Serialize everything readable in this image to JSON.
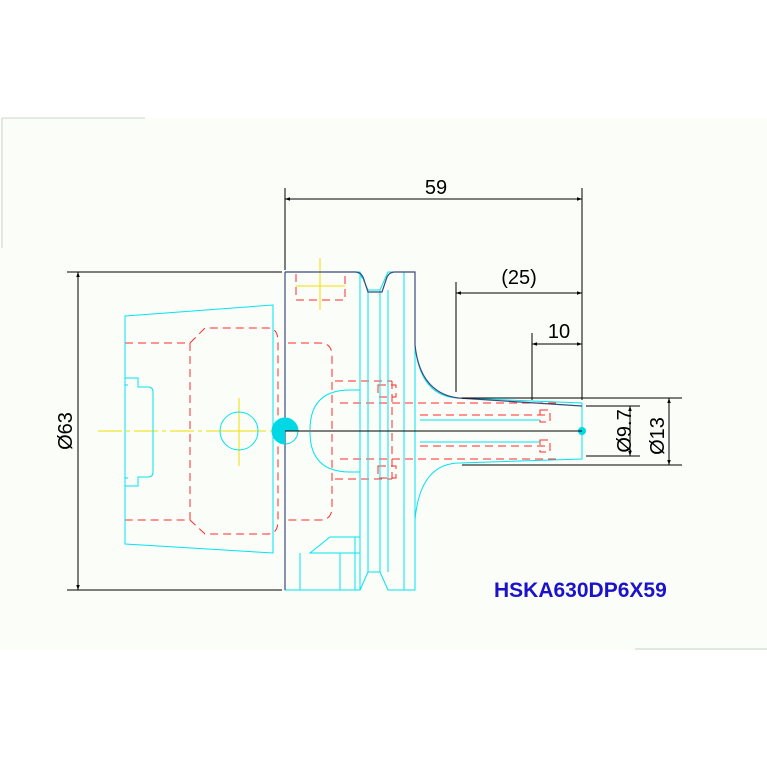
{
  "drawing": {
    "model_code": "HSKA630DP6X59",
    "colors": {
      "outline": "#00e5f0",
      "hidden": "#ff2a2a",
      "centerline": "#f0e000",
      "dimension": "#000000",
      "model_text": "#1b12c9",
      "background_panel": "#fbfdf9"
    },
    "dimensions": {
      "overall_length": "59",
      "reference_length": "(25)",
      "tip_length": "10",
      "flange_diameter": "Ø63",
      "bore_diameter": "Ø9.7",
      "nose_diameter": "Ø13"
    }
  }
}
